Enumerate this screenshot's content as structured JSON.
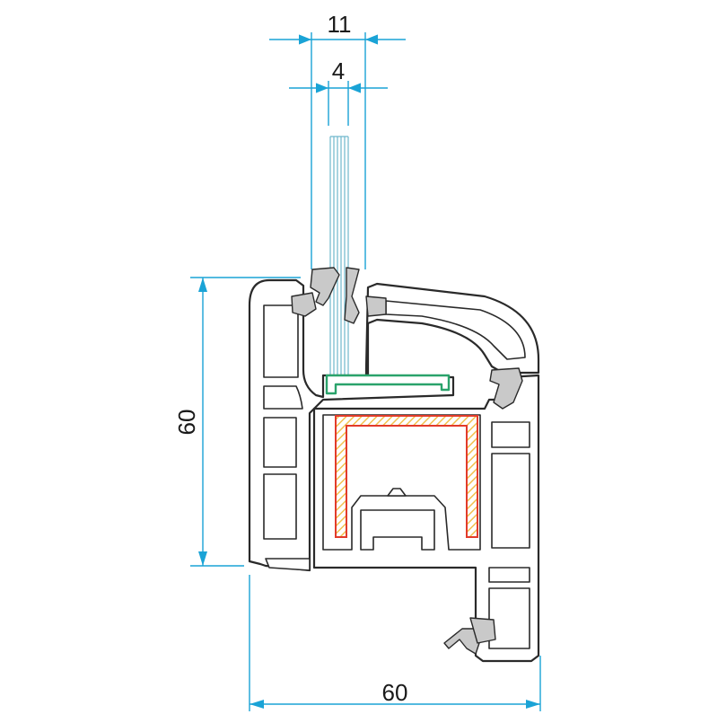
{
  "dimensions": {
    "glass_width": "11",
    "glass_inner": "4",
    "frame_height": "60",
    "frame_depth": "60"
  },
  "colors": {
    "dimension_lines": "#1aa3d6",
    "glass": "#6fb8cc",
    "glazing_bead_insert": "#2aa36b",
    "steel_reinforcement": "#e23b2a",
    "reinforcement_hatch": "#f2c14e",
    "gaskets": "#c9c9c9",
    "profile_outline": "#2a2a2a"
  }
}
